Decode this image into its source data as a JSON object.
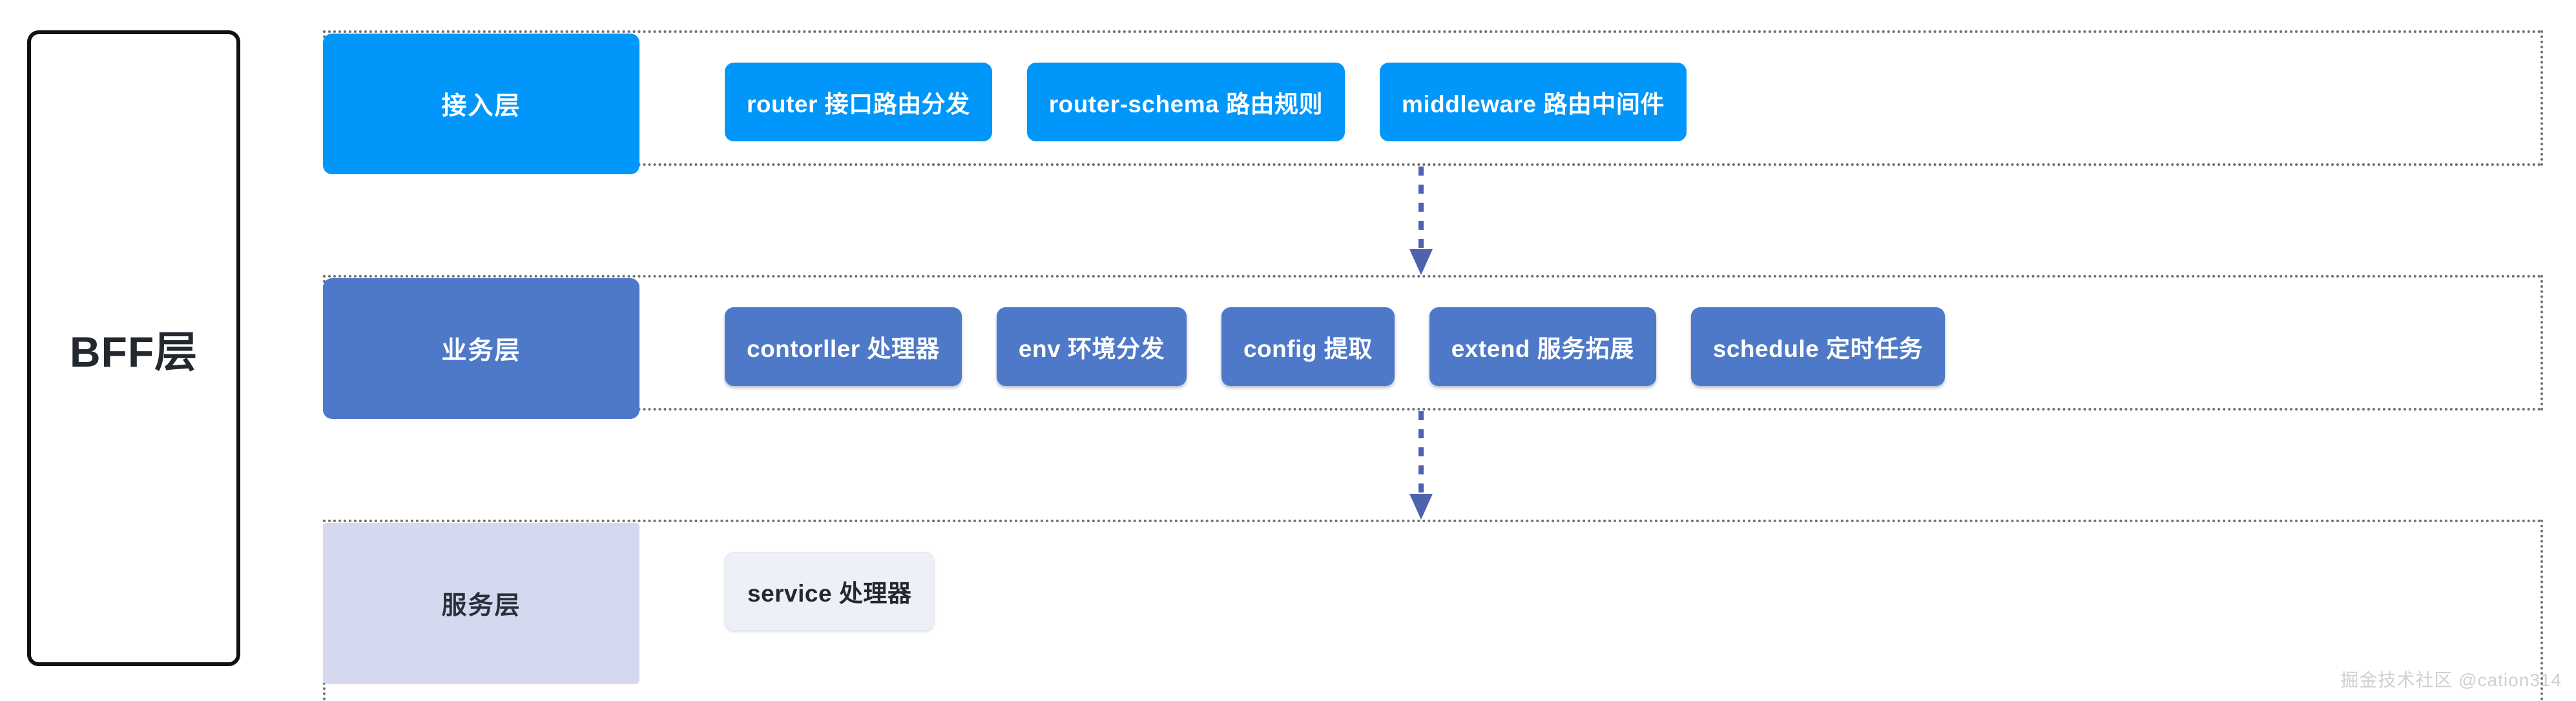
{
  "diagram": {
    "side_frame": {
      "label": "BFF层"
    },
    "layers": [
      {
        "id": "access",
        "title": "接入层",
        "style": "blue",
        "color": "#0096fa",
        "text_color": "#ffffff",
        "nodes": [
          {
            "label": "router 接口路由分发"
          },
          {
            "label": "router-schema 路由规则"
          },
          {
            "label": "middleware 路由中间件"
          }
        ]
      },
      {
        "id": "business",
        "title": "业务层",
        "style": "indigo",
        "color": "#4e79c8",
        "text_color": "#ffffff",
        "nodes": [
          {
            "label": "contorller 处理器"
          },
          {
            "label": "env 环境分发"
          },
          {
            "label": "config 提取"
          },
          {
            "label": "extend 服务拓展"
          },
          {
            "label": "schedule 定时任务"
          }
        ]
      },
      {
        "id": "service",
        "title": "服务层",
        "style": "pale",
        "color": "#d5d9f0",
        "text_color": "#2b2f3a",
        "nodes": [
          {
            "label": "service 处理器"
          }
        ]
      }
    ],
    "connectors": [
      {
        "name": "access-to-business-arrow",
        "direction": "down",
        "color": "#4f62b0"
      },
      {
        "name": "business-to-service-arrow",
        "direction": "down",
        "color": "#4f62b0"
      }
    ],
    "watermark": "掘金技术社区 @cation314"
  }
}
